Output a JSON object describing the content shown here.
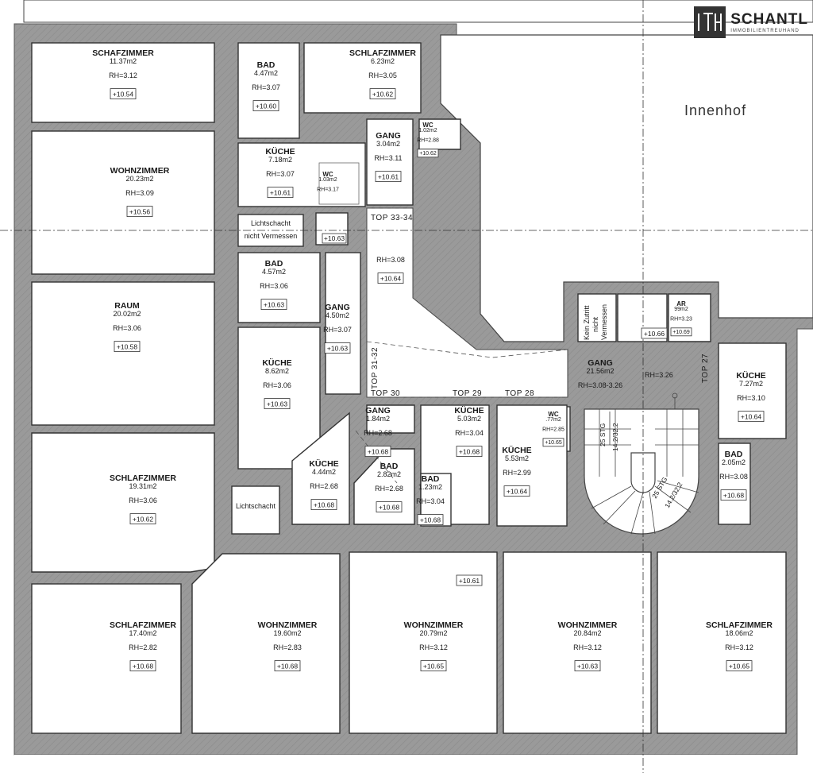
{
  "brand": {
    "name": "SCHANTL",
    "subtitle": "IMMOBILIENTREUHAND",
    "monogram": "ITH"
  },
  "labels": {
    "innenhof": "Innenhof",
    "top_33_34": "TOP 33-34",
    "top_31_32": "TOP 31-32",
    "top_30": "TOP 30",
    "top_29": "TOP 29",
    "top_28": "TOP 28",
    "top_27": "TOP 27",
    "lichtschacht_nv_1": "Lichtschacht",
    "lichtschacht_nv_2": "nicht Vermessen",
    "lichtschacht": "Lichtschacht",
    "kein_zutritt_1": "Kein Zutritt",
    "kein_zutritt_2": "nicht",
    "kein_zutritt_3": "Vermessen",
    "stair_upper_1": "25 STG",
    "stair_upper_2": "14.2/32.2",
    "stair_lower_1": "25 STG",
    "stair_lower_2": "14.2/32.2"
  },
  "rooms": [
    {
      "id": "r1",
      "name": "SCHAFZIMMER",
      "area": "11.37m2",
      "rh": "RH=3.12",
      "level": "+10.54"
    },
    {
      "id": "r2",
      "name": "BAD",
      "area": "4.47m2",
      "rh": "RH=3.07",
      "level": "+10.60"
    },
    {
      "id": "r3",
      "name": "SCHLAFZIMMER",
      "area": "6.23m2",
      "rh": "RH=3.05",
      "level": "+10.62"
    },
    {
      "id": "r4",
      "name": "WOHNZIMMER",
      "area": "20.23m2",
      "rh": "RH=3.09",
      "level": "+10.56"
    },
    {
      "id": "r5",
      "name": "KÜCHE",
      "area": "7.18m2",
      "rh": "RH=3.07",
      "level": "+10.61"
    },
    {
      "id": "r6",
      "name": "WC",
      "area": "1.03m2",
      "rh": "RH=3.17",
      "level": ""
    },
    {
      "id": "r7",
      "name": "GANG",
      "area": "3.04m2",
      "rh": "RH=3.11",
      "level": "+10.61"
    },
    {
      "id": "r8",
      "name": "WC",
      "area": "1.02m2",
      "rh": "RH=2.88",
      "level": "+10.62"
    },
    {
      "id": "r9",
      "name": "",
      "area": "",
      "rh": "RH=3.08",
      "level": "+10.64"
    },
    {
      "id": "r10",
      "name": "BAD",
      "area": "4.57m2",
      "rh": "RH=3.06",
      "level": "+10.63"
    },
    {
      "id": "r11",
      "name": "RAUM",
      "area": "20.02m2",
      "rh": "RH=3.06",
      "level": "+10.58"
    },
    {
      "id": "r12",
      "name": "GANG",
      "area": "4.50m2",
      "rh": "RH=3.07",
      "level": "+10.63"
    },
    {
      "id": "r13",
      "name": "KÜCHE",
      "area": "8.62m2",
      "rh": "RH=3.06",
      "level": "+10.63"
    },
    {
      "id": "r14",
      "name": "AR",
      "area": "99m2",
      "rh": "RH=3.23",
      "level": "+10.69"
    },
    {
      "id": "r15",
      "name": "GANG",
      "area": "21.56m2",
      "rh": "RH=3.08-3.26",
      "level": ""
    },
    {
      "id": "r16",
      "name": "KÜCHE",
      "area": "7.27m2",
      "rh": "RH=3.10",
      "level": "+10.64"
    },
    {
      "id": "r17",
      "name": "GANG",
      "area": "1.84m2",
      "rh": "RH=2.68",
      "level": "+10.68"
    },
    {
      "id": "r18",
      "name": "KÜCHE",
      "area": "5.03m2",
      "rh": "RH=3.04",
      "level": "+10.68"
    },
    {
      "id": "r19",
      "name": "WC",
      "area": ".77m2",
      "rh": "RH=2.85",
      "level": "+10.65"
    },
    {
      "id": "r20",
      "name": "KÜCHE",
      "area": "4.44m2",
      "rh": "RH=2.68",
      "level": "+10.68"
    },
    {
      "id": "r21",
      "name": "BAD",
      "area": "2.82m2",
      "rh": "RH=2.68",
      "level": "+10.68"
    },
    {
      "id": "r22",
      "name": "BAD",
      "area": "1.23m2",
      "rh": "RH=3.04",
      "level": "+10.68"
    },
    {
      "id": "r23",
      "name": "KÜCHE",
      "area": "5.53m2",
      "rh": "RH=2.99",
      "level": "+10.64"
    },
    {
      "id": "r24",
      "name": "BAD",
      "area": "2.05m2",
      "rh": "RH=3.08",
      "level": "+10.68"
    },
    {
      "id": "r25",
      "name": "SCHLAFZIMMER",
      "area": "19.31m2",
      "rh": "RH=3.06",
      "level": "+10.62"
    },
    {
      "id": "r26",
      "name": "SCHLAFZIMMER",
      "area": "17.40m2",
      "rh": "RH=2.82",
      "level": "+10.68"
    },
    {
      "id": "r27",
      "name": "WOHNZIMMER",
      "area": "19.60m2",
      "rh": "RH=2.83",
      "level": "+10.68"
    },
    {
      "id": "r28",
      "name": "WOHNZIMMER",
      "area": "20.79m2",
      "rh": "RH=3.12",
      "level": "+10.65"
    },
    {
      "id": "r29",
      "name": "WOHNZIMMER",
      "area": "20.84m2",
      "rh": "RH=3.12",
      "level": "+10.63"
    },
    {
      "id": "r30",
      "name": "SCHLAFZIMMER",
      "area": "18.06m2",
      "rh": "RH=3.12",
      "level": "+10.65"
    }
  ],
  "extra_levels": {
    "top_small": "+10.63",
    "ar_left": "+10.66",
    "wohn_top": "+10.61"
  },
  "extra_rh": {
    "gang_top27": "RH=3.26"
  }
}
